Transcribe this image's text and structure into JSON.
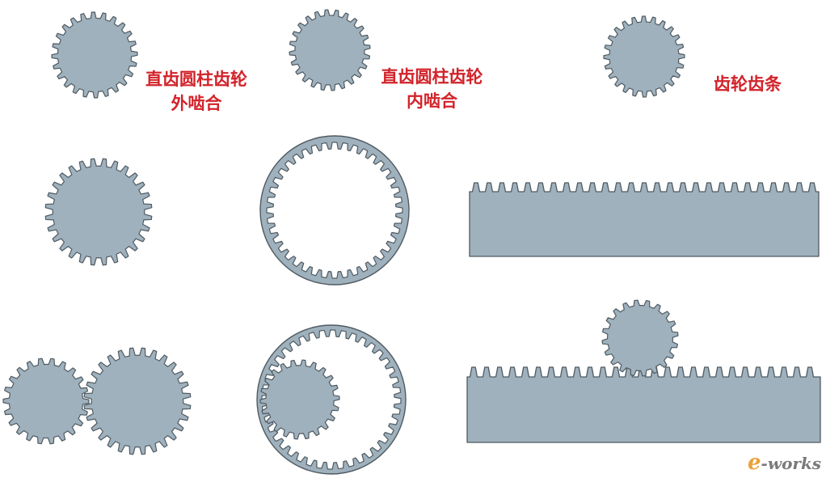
{
  "labels": {
    "external_mesh": [
      "直齿圆柱齿轮",
      "外啮合"
    ],
    "internal_mesh": [
      "直齿圆柱齿轮",
      "内啮合"
    ],
    "rack_pinion": "齿轮齿条"
  },
  "watermark": {
    "e": "e",
    "rest": "-works"
  },
  "colors": {
    "gear_fill": "#9fb1bd",
    "gear_stroke": "#4f5a61",
    "label": "#d2232a",
    "watermark_accent": "#e9a33a",
    "background": "#ffffff"
  },
  "components": [
    "external-gear-small-top-left",
    "external-gear-small-top-middle",
    "external-gear-small-top-right",
    "external-gear-large",
    "internal-ring-gear",
    "rack",
    "external-mesh-pair",
    "internal-mesh-pair",
    "rack-and-pinion-assembly"
  ]
}
